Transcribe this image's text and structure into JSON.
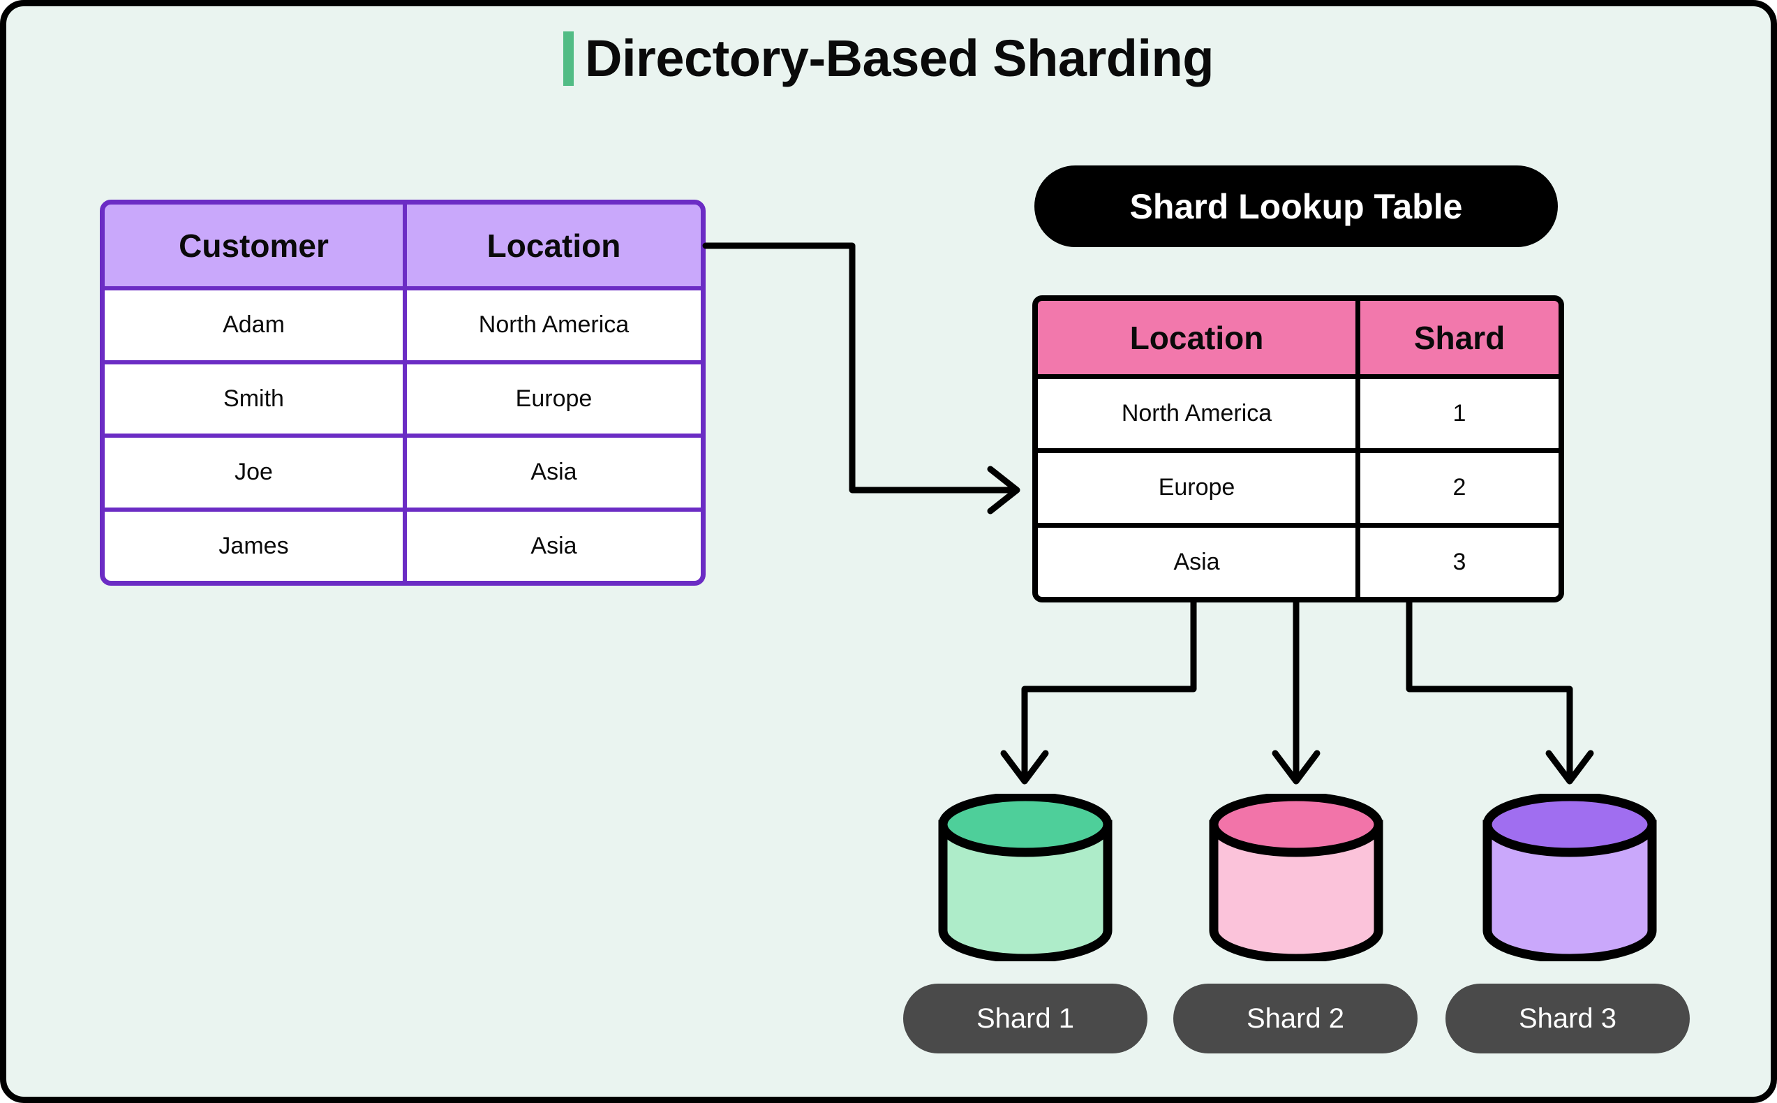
{
  "page": {
    "background_color": "#eaf4f0",
    "border_color": "#000000"
  },
  "title": {
    "text": "Directory-Based Sharding",
    "accent_color": "#52bc85"
  },
  "customer_table": {
    "name": "Customer to Location mapping",
    "border_color": "#6b2cc4",
    "header_fill": "#c9a8fb",
    "headers": [
      "Customer",
      "Location"
    ],
    "rows": [
      [
        "Adam",
        "North America"
      ],
      [
        "Smith",
        "Europe"
      ],
      [
        "Joe",
        "Asia"
      ],
      [
        "James",
        "Asia"
      ]
    ]
  },
  "lookup_badge": {
    "label": "Shard Lookup Table",
    "fill": "#000000",
    "text_color": "#ffffff"
  },
  "lookup_table": {
    "border_color": "#000000",
    "header_fill": "#f278ac",
    "headers": [
      "Location",
      "Shard"
    ],
    "rows": [
      [
        "North America",
        "1"
      ],
      [
        "Europe",
        "2"
      ],
      [
        "Asia",
        "3"
      ]
    ]
  },
  "shards": [
    {
      "label": "Shard 1",
      "body_color": "#aeecc9",
      "top_color": "#4ecf9a",
      "pill_color": "#4a4a4a"
    },
    {
      "label": "Shard 2",
      "body_color": "#fbc3da",
      "top_color": "#f274a9",
      "pill_color": "#4a4a4a"
    },
    {
      "label": "Shard 3",
      "body_color": "#caa8fb",
      "top_color": "#a濃"
    }
  ],
  "shards_fixed": [
    {
      "label": "Shard 1",
      "body_color": "#aeecc9",
      "top_color": "#4ecf9a",
      "pill_color": "#4a4a4a"
    },
    {
      "label": "Shard 2",
      "body_color": "#fbc3da",
      "top_color": "#f274a9",
      "pill_color": "#4a4a4a"
    },
    {
      "label": "Shard 3",
      "body_color": "#caa8fb",
      "top_color": "#a06ef0",
      "pill_color": "#4a4a4a"
    }
  ],
  "connectors": {
    "stroke_color": "#000000",
    "edges": [
      {
        "from": "customer-table",
        "to": "lookup-table"
      },
      {
        "from": "lookup-table",
        "to": "shard-1"
      },
      {
        "from": "lookup-table",
        "to": "shard-2"
      },
      {
        "from": "lookup-table",
        "to": "shard-3"
      }
    ]
  }
}
